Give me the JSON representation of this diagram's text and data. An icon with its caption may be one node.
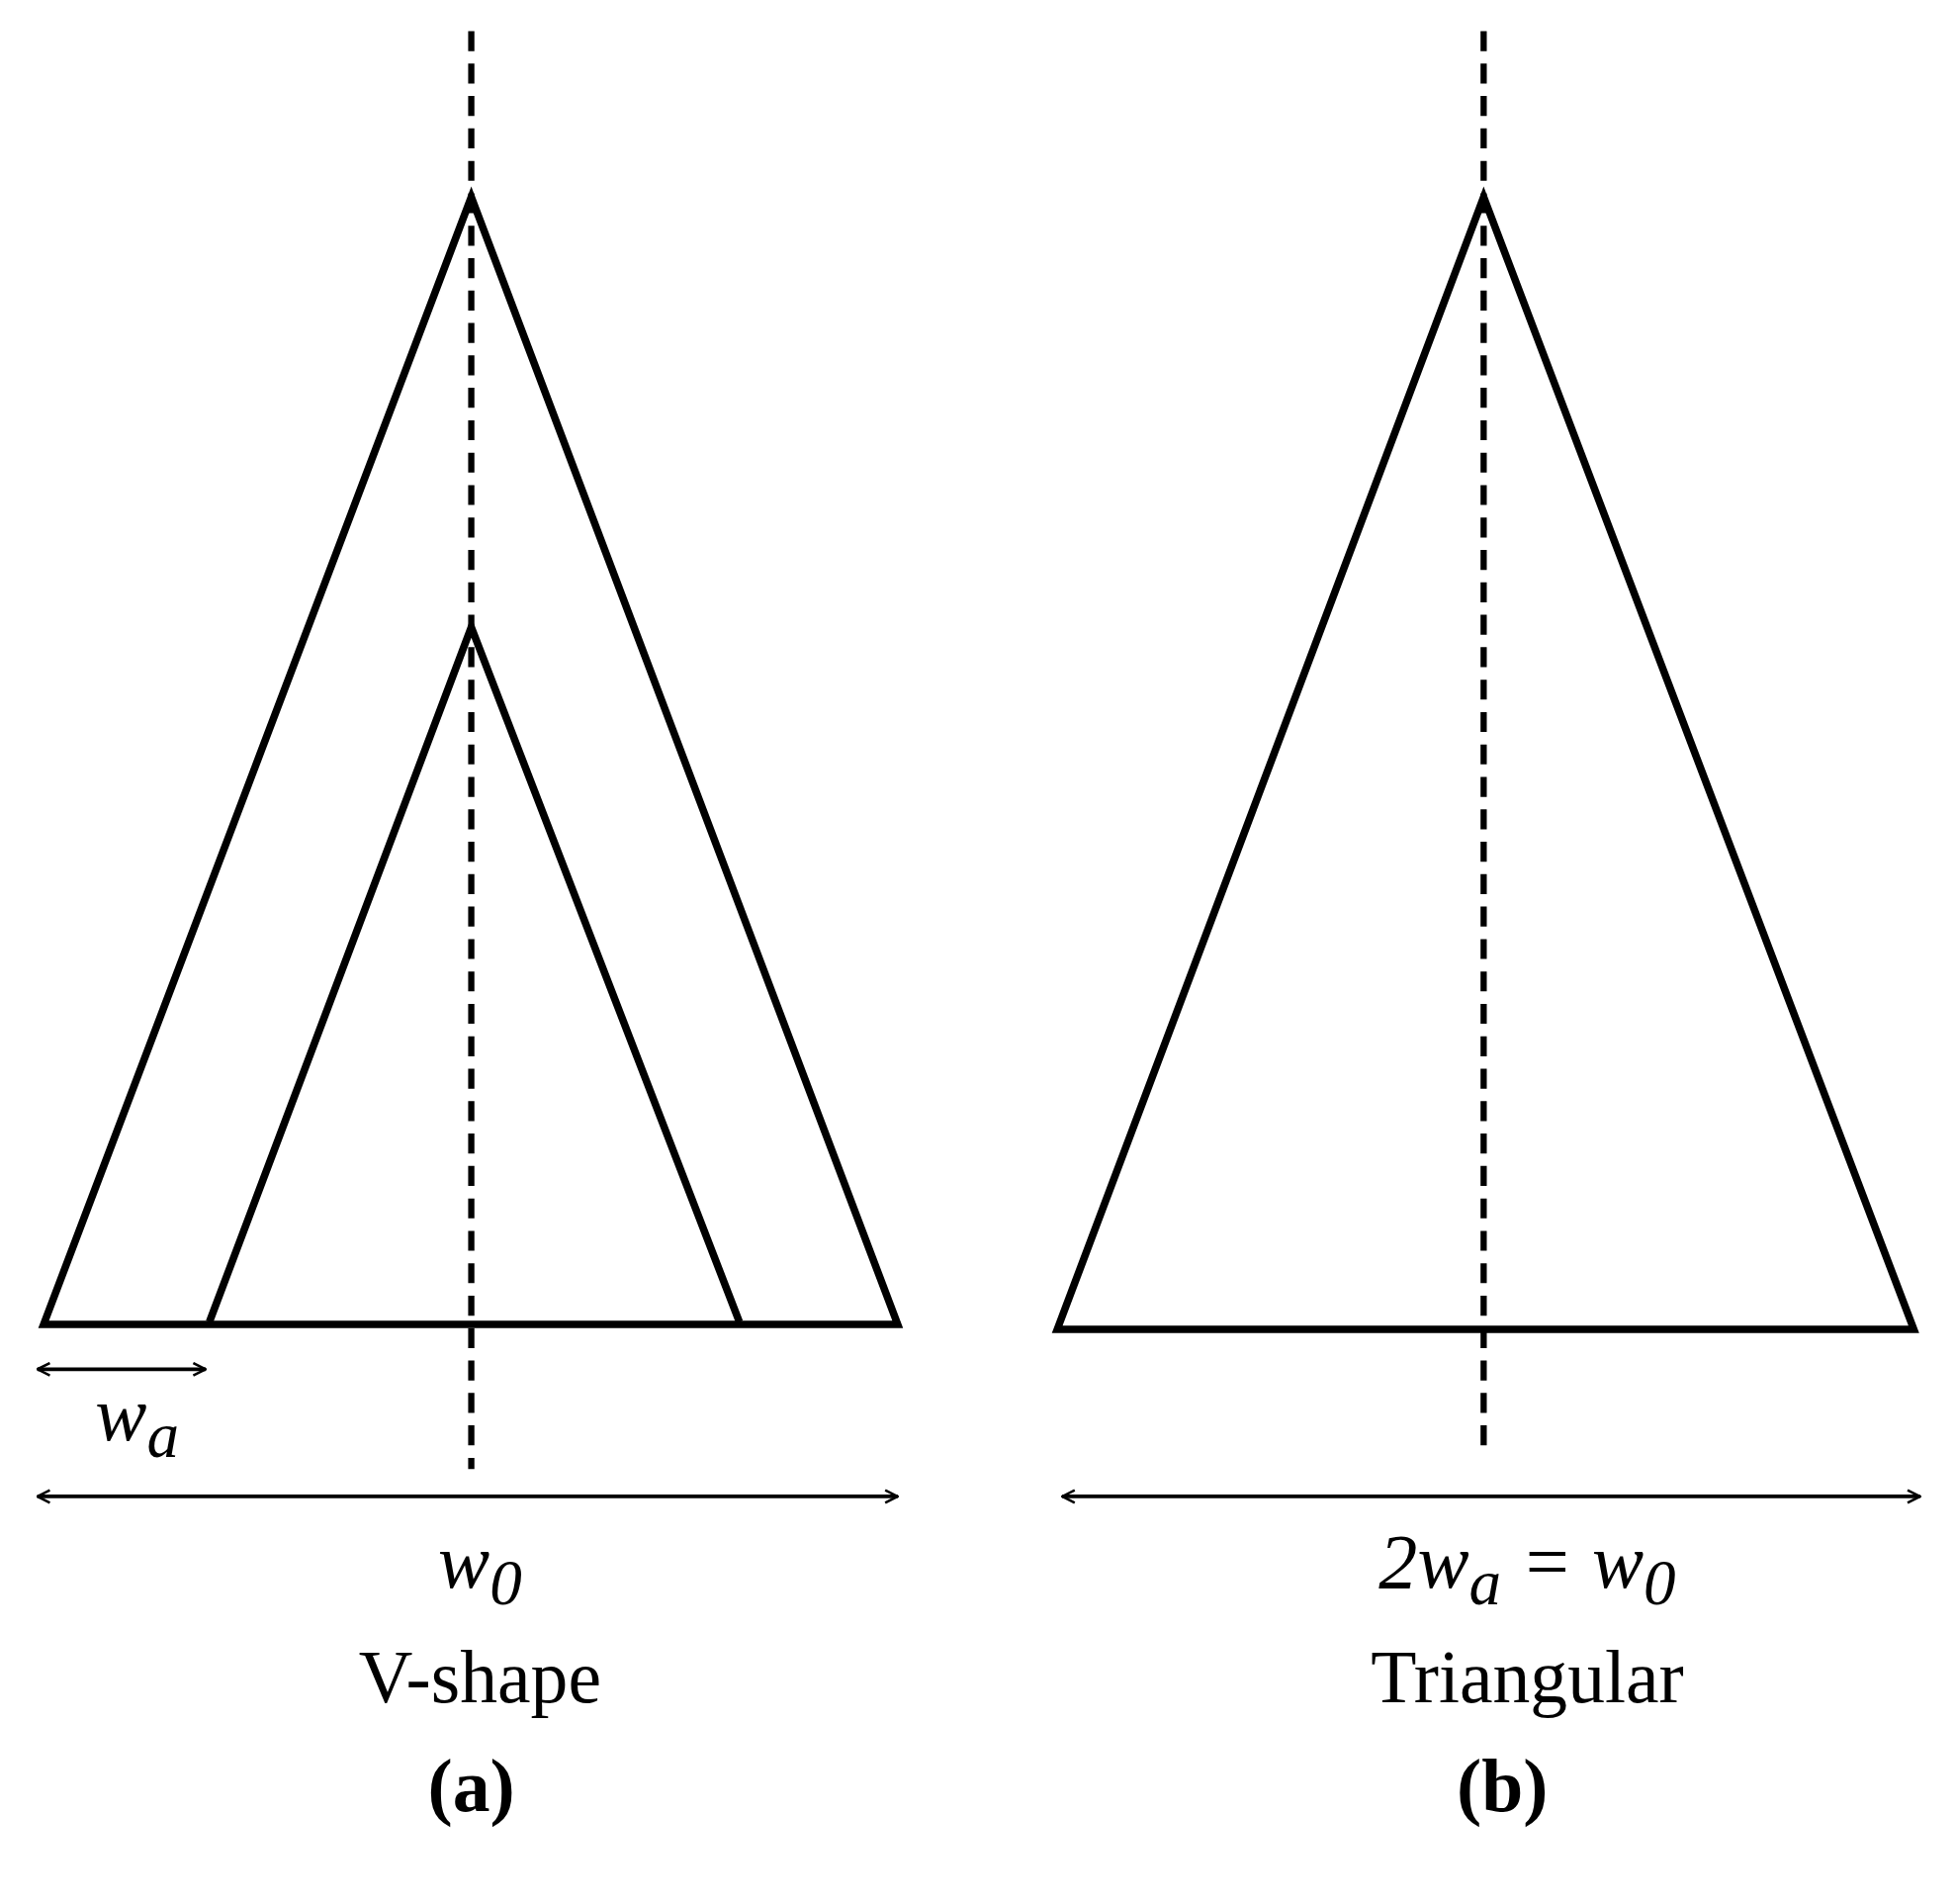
{
  "diagram": {
    "labels": [
      "w$_{a}$",
      "w$_{0}$",
      "V-shape",
      "(a)",
      "2w$_{a}$ = w$_{0}$",
      "Triangular",
      "(b)"
    ]
  }
}
